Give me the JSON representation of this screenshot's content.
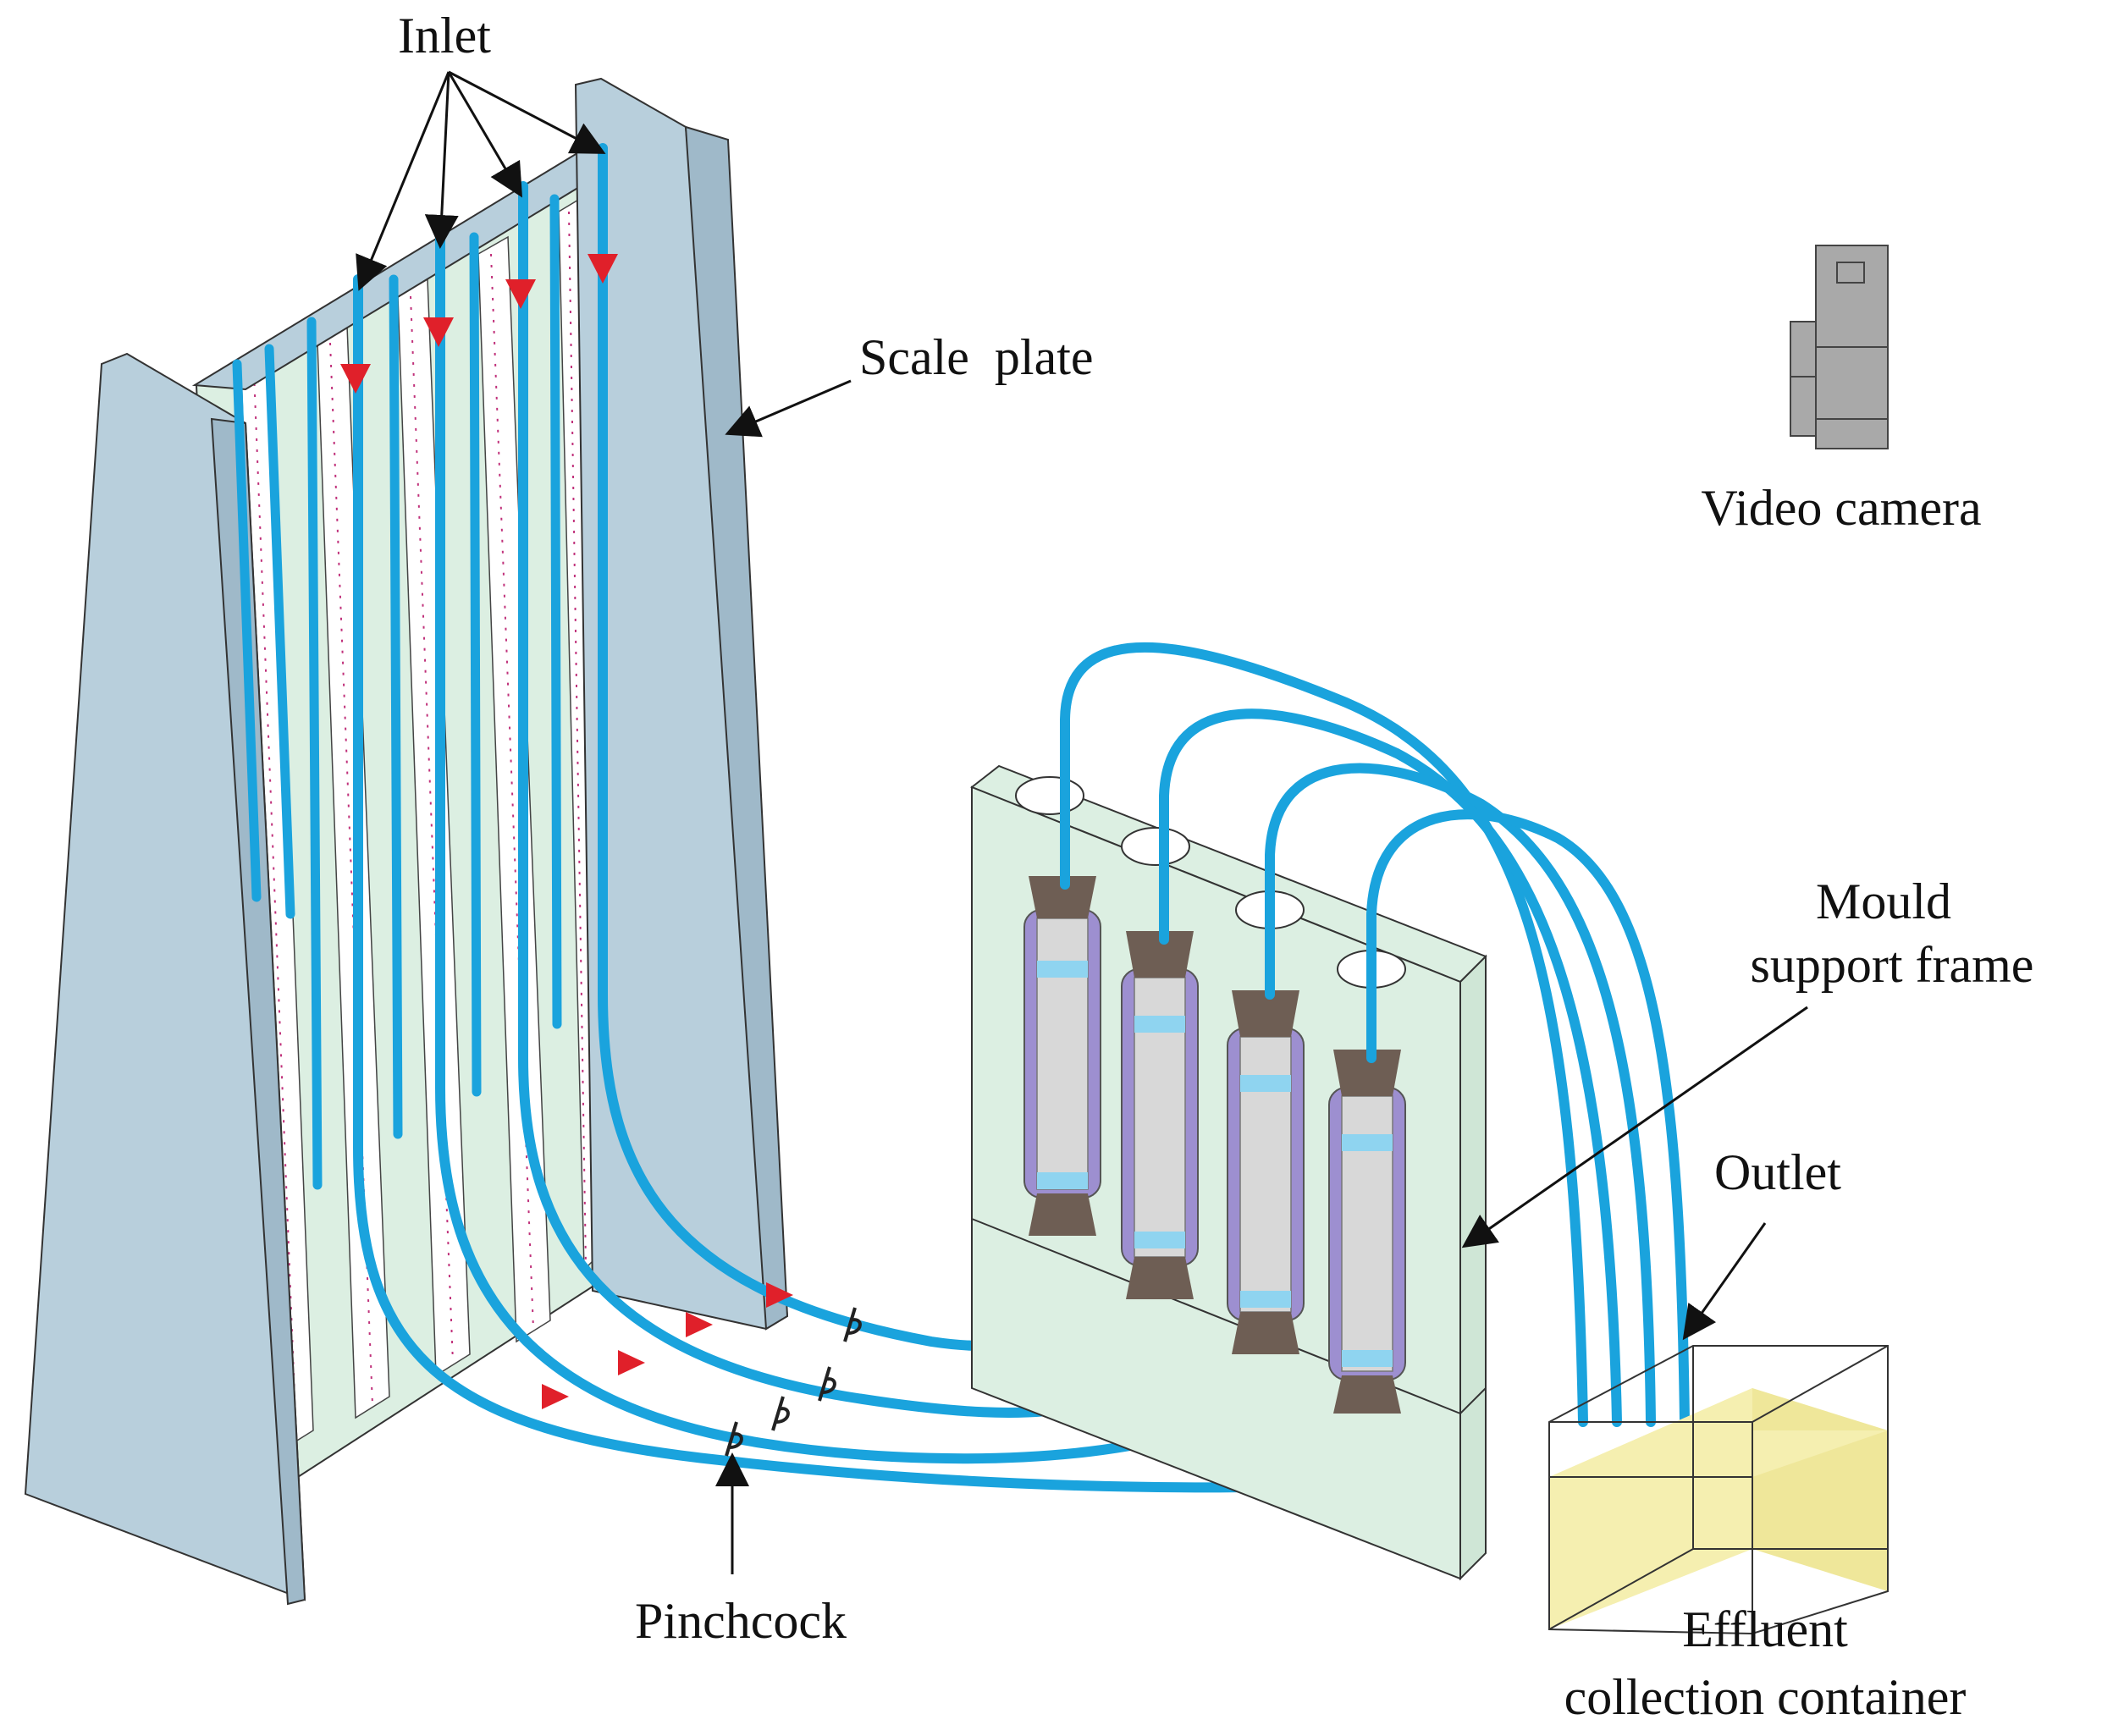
{
  "labels": {
    "inlet": "Inlet",
    "scale_plate": "Scale  plate",
    "video_camera": "Video camera",
    "mould_line1": "Mould",
    "mould_line2": "support frame",
    "outlet": "Outlet",
    "pinchcock": "Pinchcock",
    "effluent_line1": "Effluent",
    "effluent_line2": "collection container"
  },
  "colors": {
    "plate": "#b8cfdc",
    "panel": "#dcefe2",
    "tube": "#1aa3dd",
    "arrow_red": "#e0202a",
    "liquid": "#f5efb0",
    "mould_purple": "#9d8fd0",
    "stopper": "#6e5e54",
    "camera": "#a9a9a9"
  }
}
